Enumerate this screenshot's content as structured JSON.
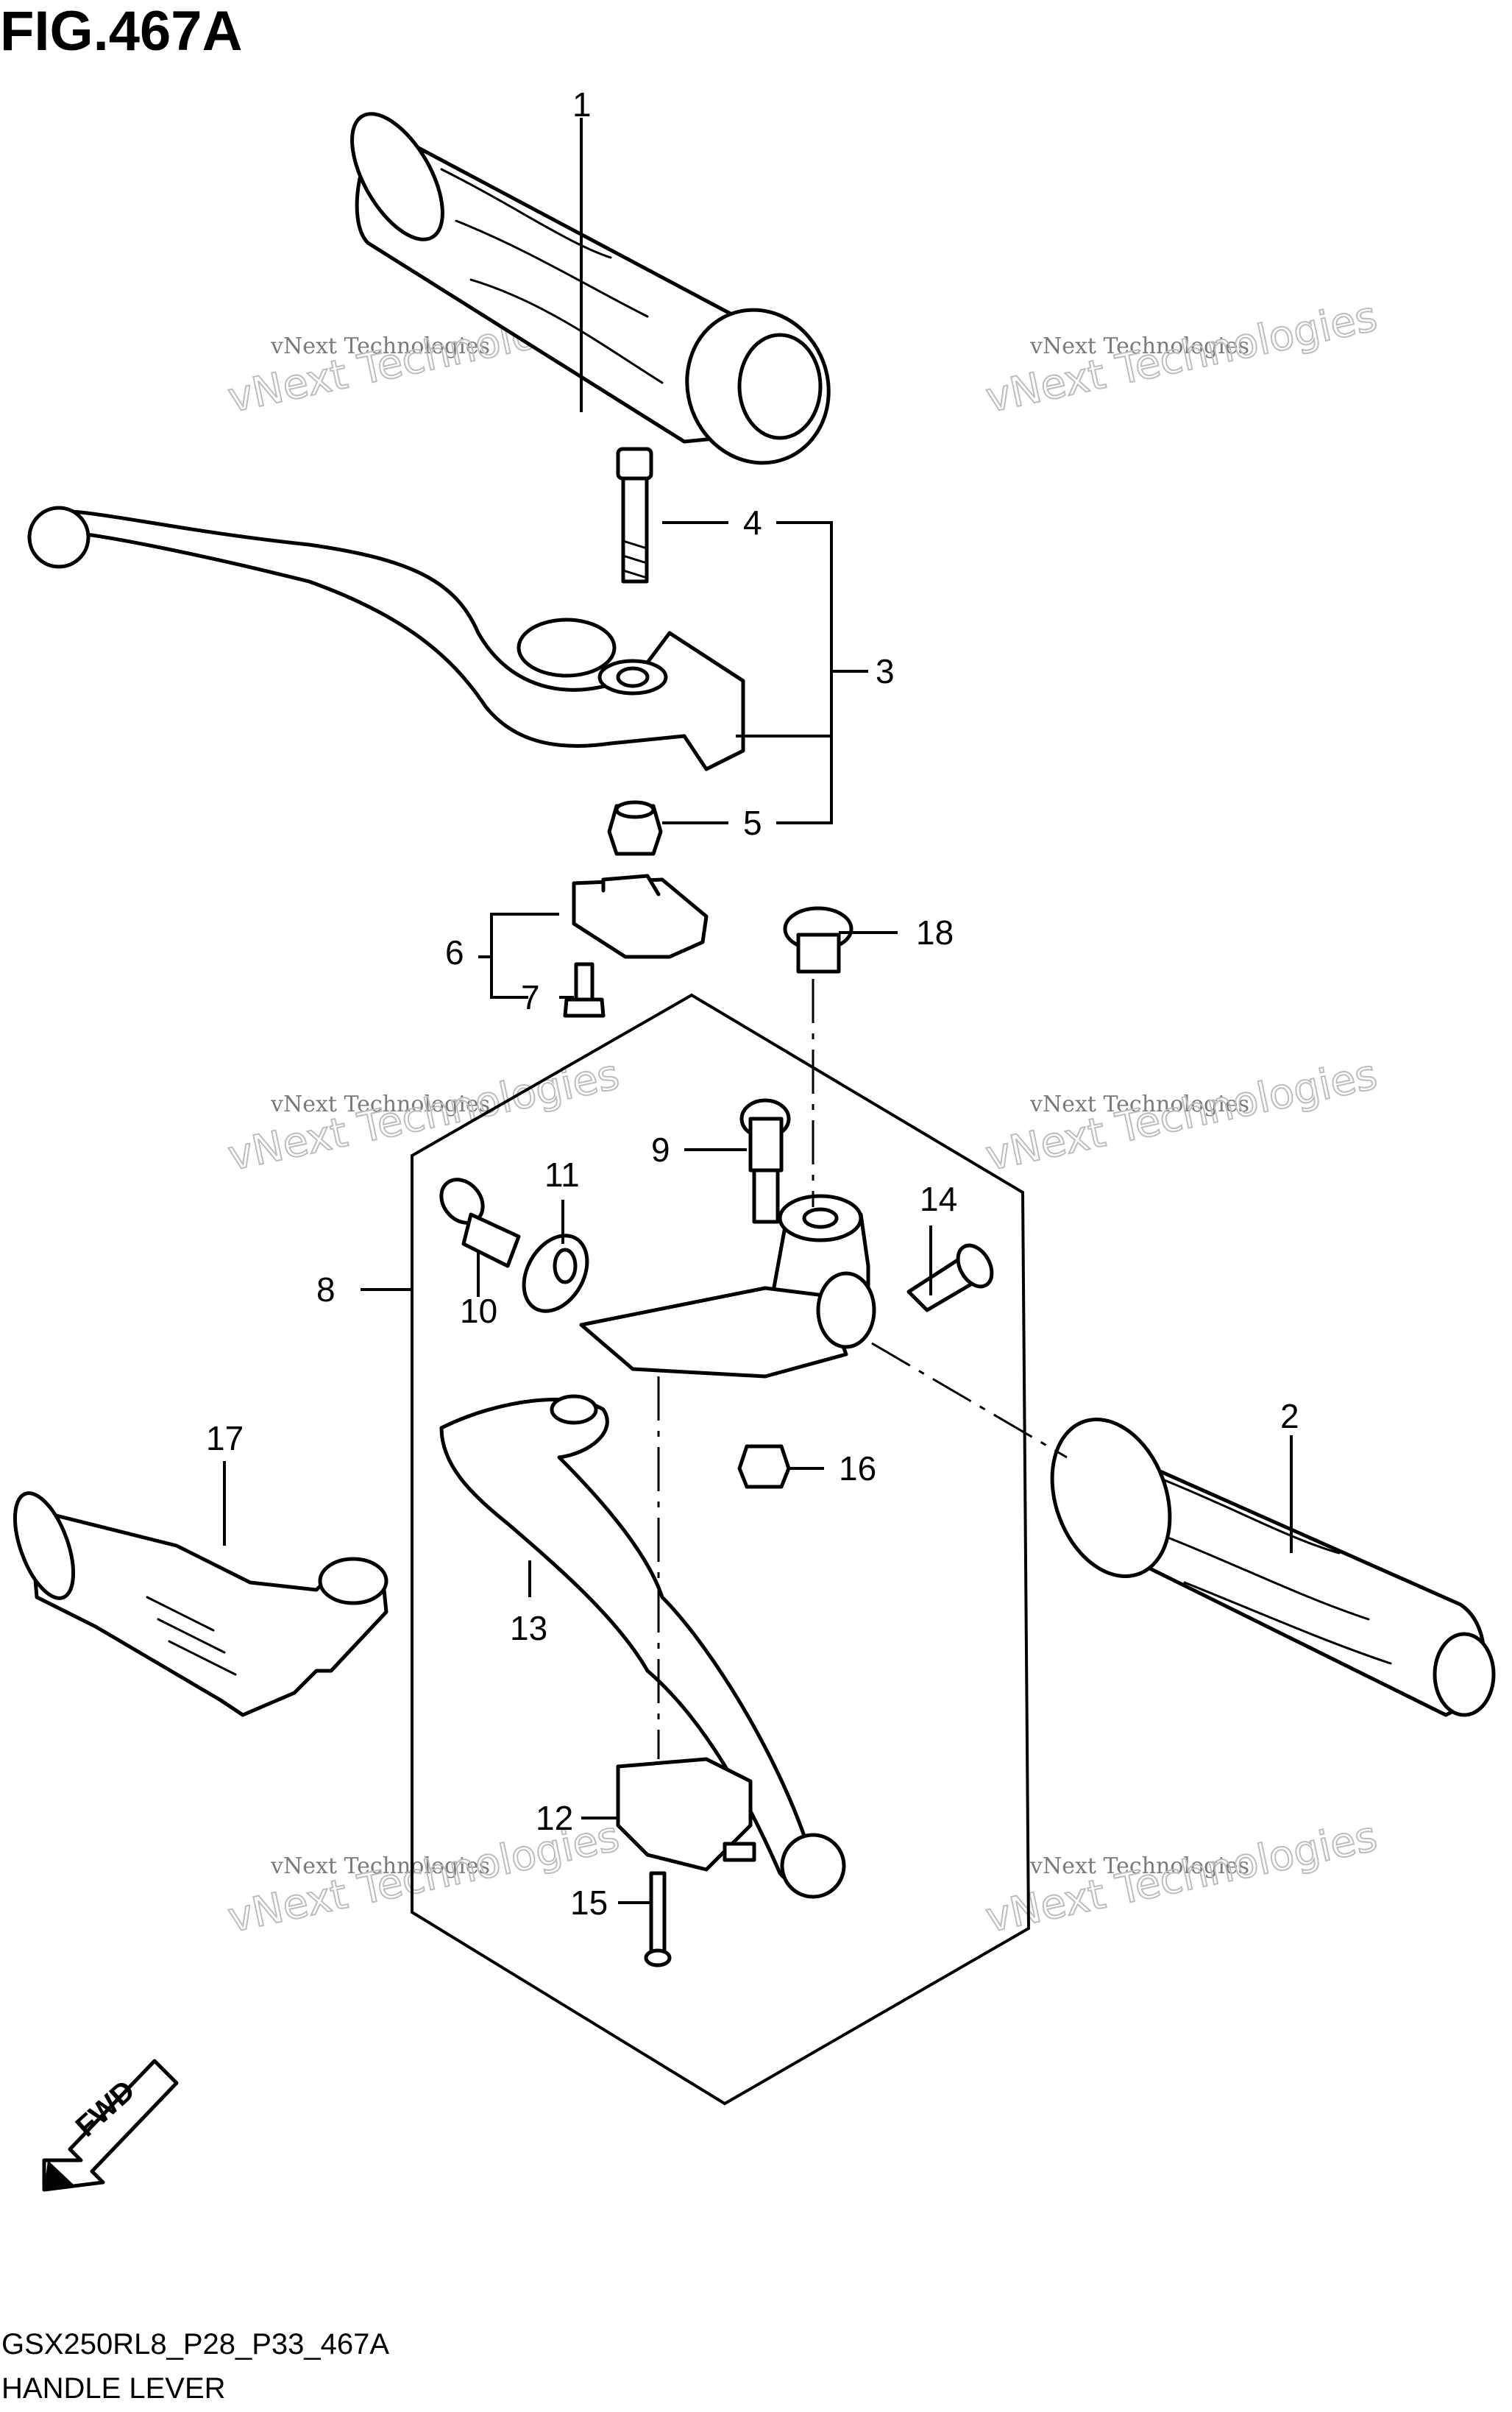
{
  "header": {
    "title": "FIG.467A"
  },
  "footer": {
    "code": "GSX250RL8_P28_P33_467A",
    "name": "HANDLE LEVER"
  },
  "fwd_label": "FWD",
  "watermark": {
    "line1": "vNext Technologies",
    "line2": "vNext Technologies"
  },
  "callouts": [
    "1",
    "2",
    "3",
    "4",
    "5",
    "6",
    "7",
    "8",
    "9",
    "10",
    "11",
    "12",
    "13",
    "14",
    "15",
    "16",
    "17",
    "18"
  ]
}
